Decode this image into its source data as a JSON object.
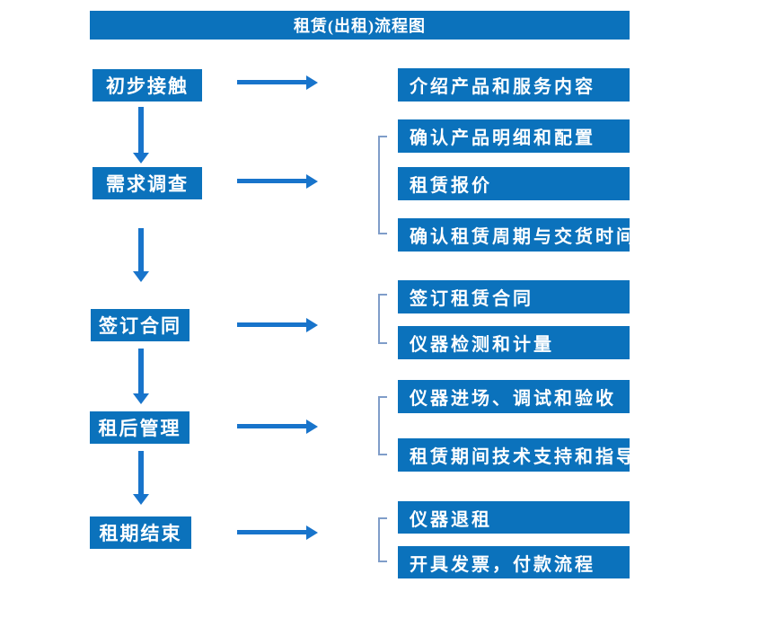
{
  "title": "租赁(出租)流程图",
  "colors": {
    "box_fill": "#0B72BC",
    "arrow_fill": "#1874CB",
    "bracket_stroke": "#7F9DC9",
    "box_text": "#FFFFFF",
    "background": "#FFFFFF"
  },
  "steps": [
    {
      "label": "初步接触"
    },
    {
      "label": "需求调查"
    },
    {
      "label": "签订合同"
    },
    {
      "label": "租后管理"
    },
    {
      "label": "租期结束"
    }
  ],
  "details": [
    {
      "label": "介绍产品和服务内容"
    },
    {
      "label": "确认产品明细和配置"
    },
    {
      "label": "租赁报价"
    },
    {
      "label": "确认租赁周期与交货时间"
    },
    {
      "label": "签订租赁合同"
    },
    {
      "label": "仪器检测和计量"
    },
    {
      "label": "仪器进场、调试和验收"
    },
    {
      "label": "租赁期间技术支持和指导"
    },
    {
      "label": "仪器退租"
    },
    {
      "label": "开具发票，付款流程"
    }
  ]
}
